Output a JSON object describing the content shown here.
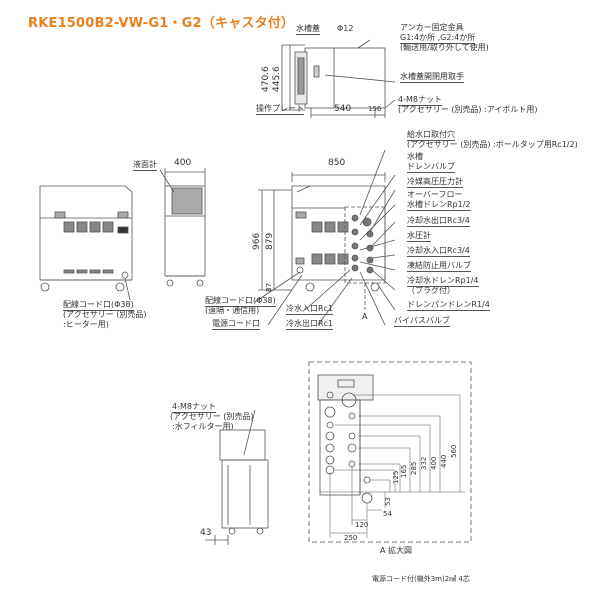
{
  "title": "RKE1500B2-VW-G1・G2（キャスタ付）",
  "top_view": {
    "labels": {
      "water_tank_lid": "水槽蓋",
      "phi12": "Φ12",
      "anchor_title": "アンカー固定金具",
      "anchor_line1": "G1:4か所 ,G2:4か所",
      "anchor_line2": "(輸送用/取り外して使用)",
      "lid_handle": "水槽蓋開閉用取手",
      "m8_nut": "4-M8ナット",
      "m8_nut_note": "(アクセサリー (別売品) :アイボルト用)",
      "operation_plate": "操作プレート"
    },
    "dims": {
      "d470": "470.6",
      "d445": "445.6",
      "d540": "540",
      "d156": "156"
    }
  },
  "left_view": {
    "labels": {
      "wiring_port": "配線コード口(Φ38)",
      "wiring_note1": "(アクセサリー (別売品)",
      "wiring_note2": ":ヒーター用)"
    }
  },
  "side_view": {
    "labels": {
      "level_gauge": "液面計"
    },
    "dims": {
      "d400": "400"
    }
  },
  "front_view": {
    "dims": {
      "d850": "850",
      "d966": "966",
      "d879": "879",
      "d87": "87"
    },
    "labels": {
      "wiring_port": "配線コード口(Φ38)",
      "wiring_note": "(遠隔・通信用)",
      "power_port": "電源コード口",
      "chilled_in": "冷水入口Rc1",
      "chilled_out": "冷水出口Rc1",
      "section_a": "A"
    },
    "callouts": [
      {
        "line1": "給水口取付穴",
        "line2": "(アクセサリー (別売品) :ボールタップ用Rc1/2)"
      },
      {
        "line1": "水槽",
        "line2": "ドレンバルブ"
      },
      {
        "line1": "冷媒高圧圧力計"
      },
      {
        "line1": "オーバーフロー",
        "line2": "水槽ドレンRp1/2"
      },
      {
        "line1": "冷却水出口Rc3/4"
      },
      {
        "line1": "水圧計"
      },
      {
        "line1": "冷却水入口Rc3/4"
      },
      {
        "line1": "凍結防止用バルブ"
      },
      {
        "line1": "冷却水ドレンRp1/4",
        "line2": "（プラグ付）"
      },
      {
        "line1": "ドレンパンドレンR1/4"
      },
      {
        "line1": "バイパスバルブ"
      }
    ]
  },
  "rear_view": {
    "labels": {
      "m8_nut": "4-M8ナット",
      "m8_note1": "(アクセサリー (別売品)",
      "m8_note2": ":水フィルター用)"
    },
    "dims": {
      "d43": "43"
    }
  },
  "detail_a": {
    "caption": "A 拡大図",
    "dims": {
      "d560": "560",
      "d440": "440",
      "d400": "400",
      "d332": "332",
      "d285": "285",
      "d165": "165",
      "d125": "125",
      "d53": "53",
      "d54": "54",
      "d120": "120",
      "d250": "250"
    }
  },
  "footer_note": "電源コード付(機外3m)2㎟ 4芯"
}
